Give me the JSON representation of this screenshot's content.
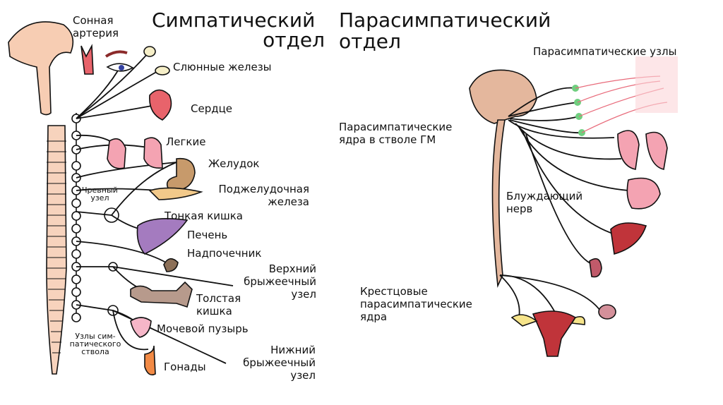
{
  "sympathetic": {
    "title_line1": "Симпатический",
    "title_line2": "отдел",
    "labels": {
      "carotid_1": "Сонная",
      "carotid_2": "артерия",
      "salivary": "Слюнные железы",
      "heart": "Сердце",
      "lungs": "Легкие",
      "stomach": "Желудок",
      "pancreas_1": "Поджелудочная",
      "pancreas_2": "железа",
      "celiac_1": "Чревный",
      "celiac_2": "узел",
      "small_intestine": "Тонкая кишка",
      "liver": "Печень",
      "adrenal": "Надпочечник",
      "sup_mesenteric_1": "Верхний",
      "sup_mesenteric_2": "брыжеечный",
      "sup_mesenteric_3": "узел",
      "colon_1": "Толстая",
      "colon_2": "кишка",
      "bladder": "Мочевой пузырь",
      "trunk_1": "Узлы сим-",
      "trunk_2": "патического",
      "trunk_3": "ствола",
      "inf_mesenteric_1": "Нижний",
      "inf_mesenteric_2": "брыжеечный",
      "inf_mesenteric_3": "узел",
      "gonads": "Гонады"
    }
  },
  "parasympathetic": {
    "title_line1": "Парасимпатический",
    "title_line2": "отдел",
    "labels": {
      "ganglia": "Парасимпатические узлы",
      "nuclei_1": "Парасимпатические",
      "nuclei_2": "ядра в стволе ГМ",
      "vagus_1": "Блуждающий",
      "vagus_2": "нерв",
      "sacral_1": "Крестцовые",
      "sacral_2": "парасимпатические",
      "sacral_3": "ядра"
    }
  },
  "colors": {
    "spine": "#f7d3bd",
    "heart": "#e8636b",
    "lungs": "#f4a3b2",
    "stomach": "#c79a6b",
    "liver": "#a47bbf",
    "kidney": "#c0343a",
    "colon": "#b79a8c",
    "bladder": "#f6b6c8",
    "gonad": "#f28a45",
    "ganglion": "#6fcf7f",
    "brain": "#e4b79d"
  }
}
